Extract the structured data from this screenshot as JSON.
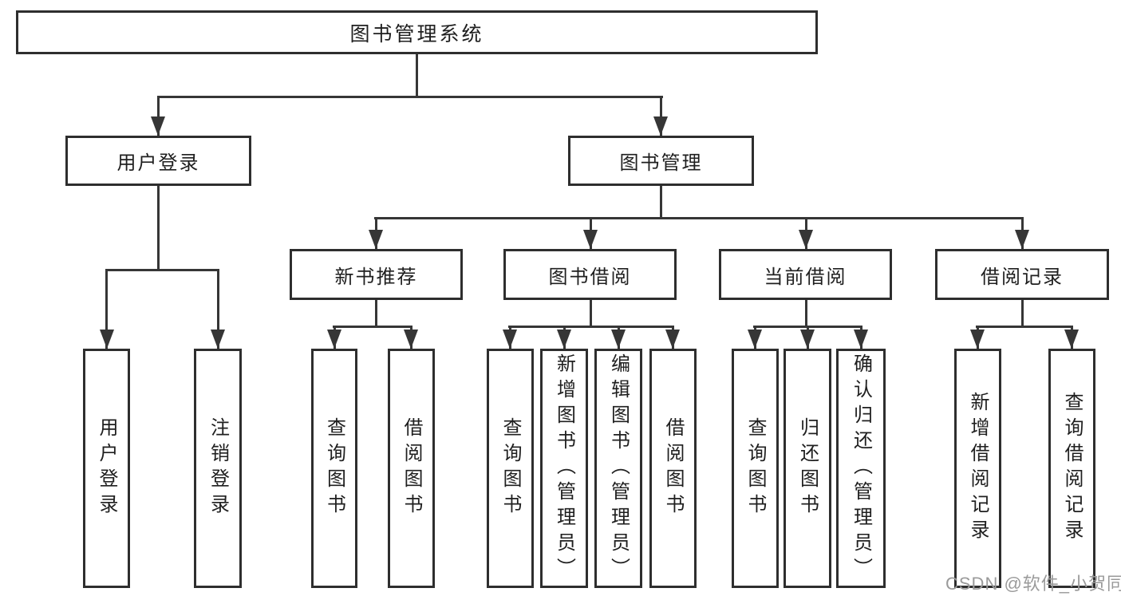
{
  "diagram": {
    "root": "图书管理系统",
    "level2": {
      "user_login": "用户登录",
      "book_management": "图书管理"
    },
    "level3": {
      "new_book_recommend": "新书推荐",
      "book_borrowing": "图书借阅",
      "current_borrowing": "当前借阅",
      "borrowing_records": "借阅记录"
    },
    "leaves": {
      "user_login_leaf": "用户登录",
      "logout": "注销登录",
      "query_books_1": "查询图书",
      "borrow_books_1": "借阅图书",
      "query_books_2": "查询图书",
      "add_books_admin": "新增图书（管理员）",
      "edit_books_admin": "编辑图书（管理员）",
      "borrow_books_2": "借阅图书",
      "query_books_3": "查询图书",
      "return_books": "归还图书",
      "confirm_return_admin": "确认归还（管理员）",
      "add_borrow_record": "新增借阅记录",
      "query_borrow_record": "查询借阅记录"
    }
  },
  "watermark": {
    "text": "CSDN @软件_小贺同学"
  },
  "colors": {
    "line": "#363636",
    "box_border": "#2e2e2e",
    "text": "#1f1f1f",
    "background": "#ffffff",
    "watermark": "#9a9a9a"
  }
}
